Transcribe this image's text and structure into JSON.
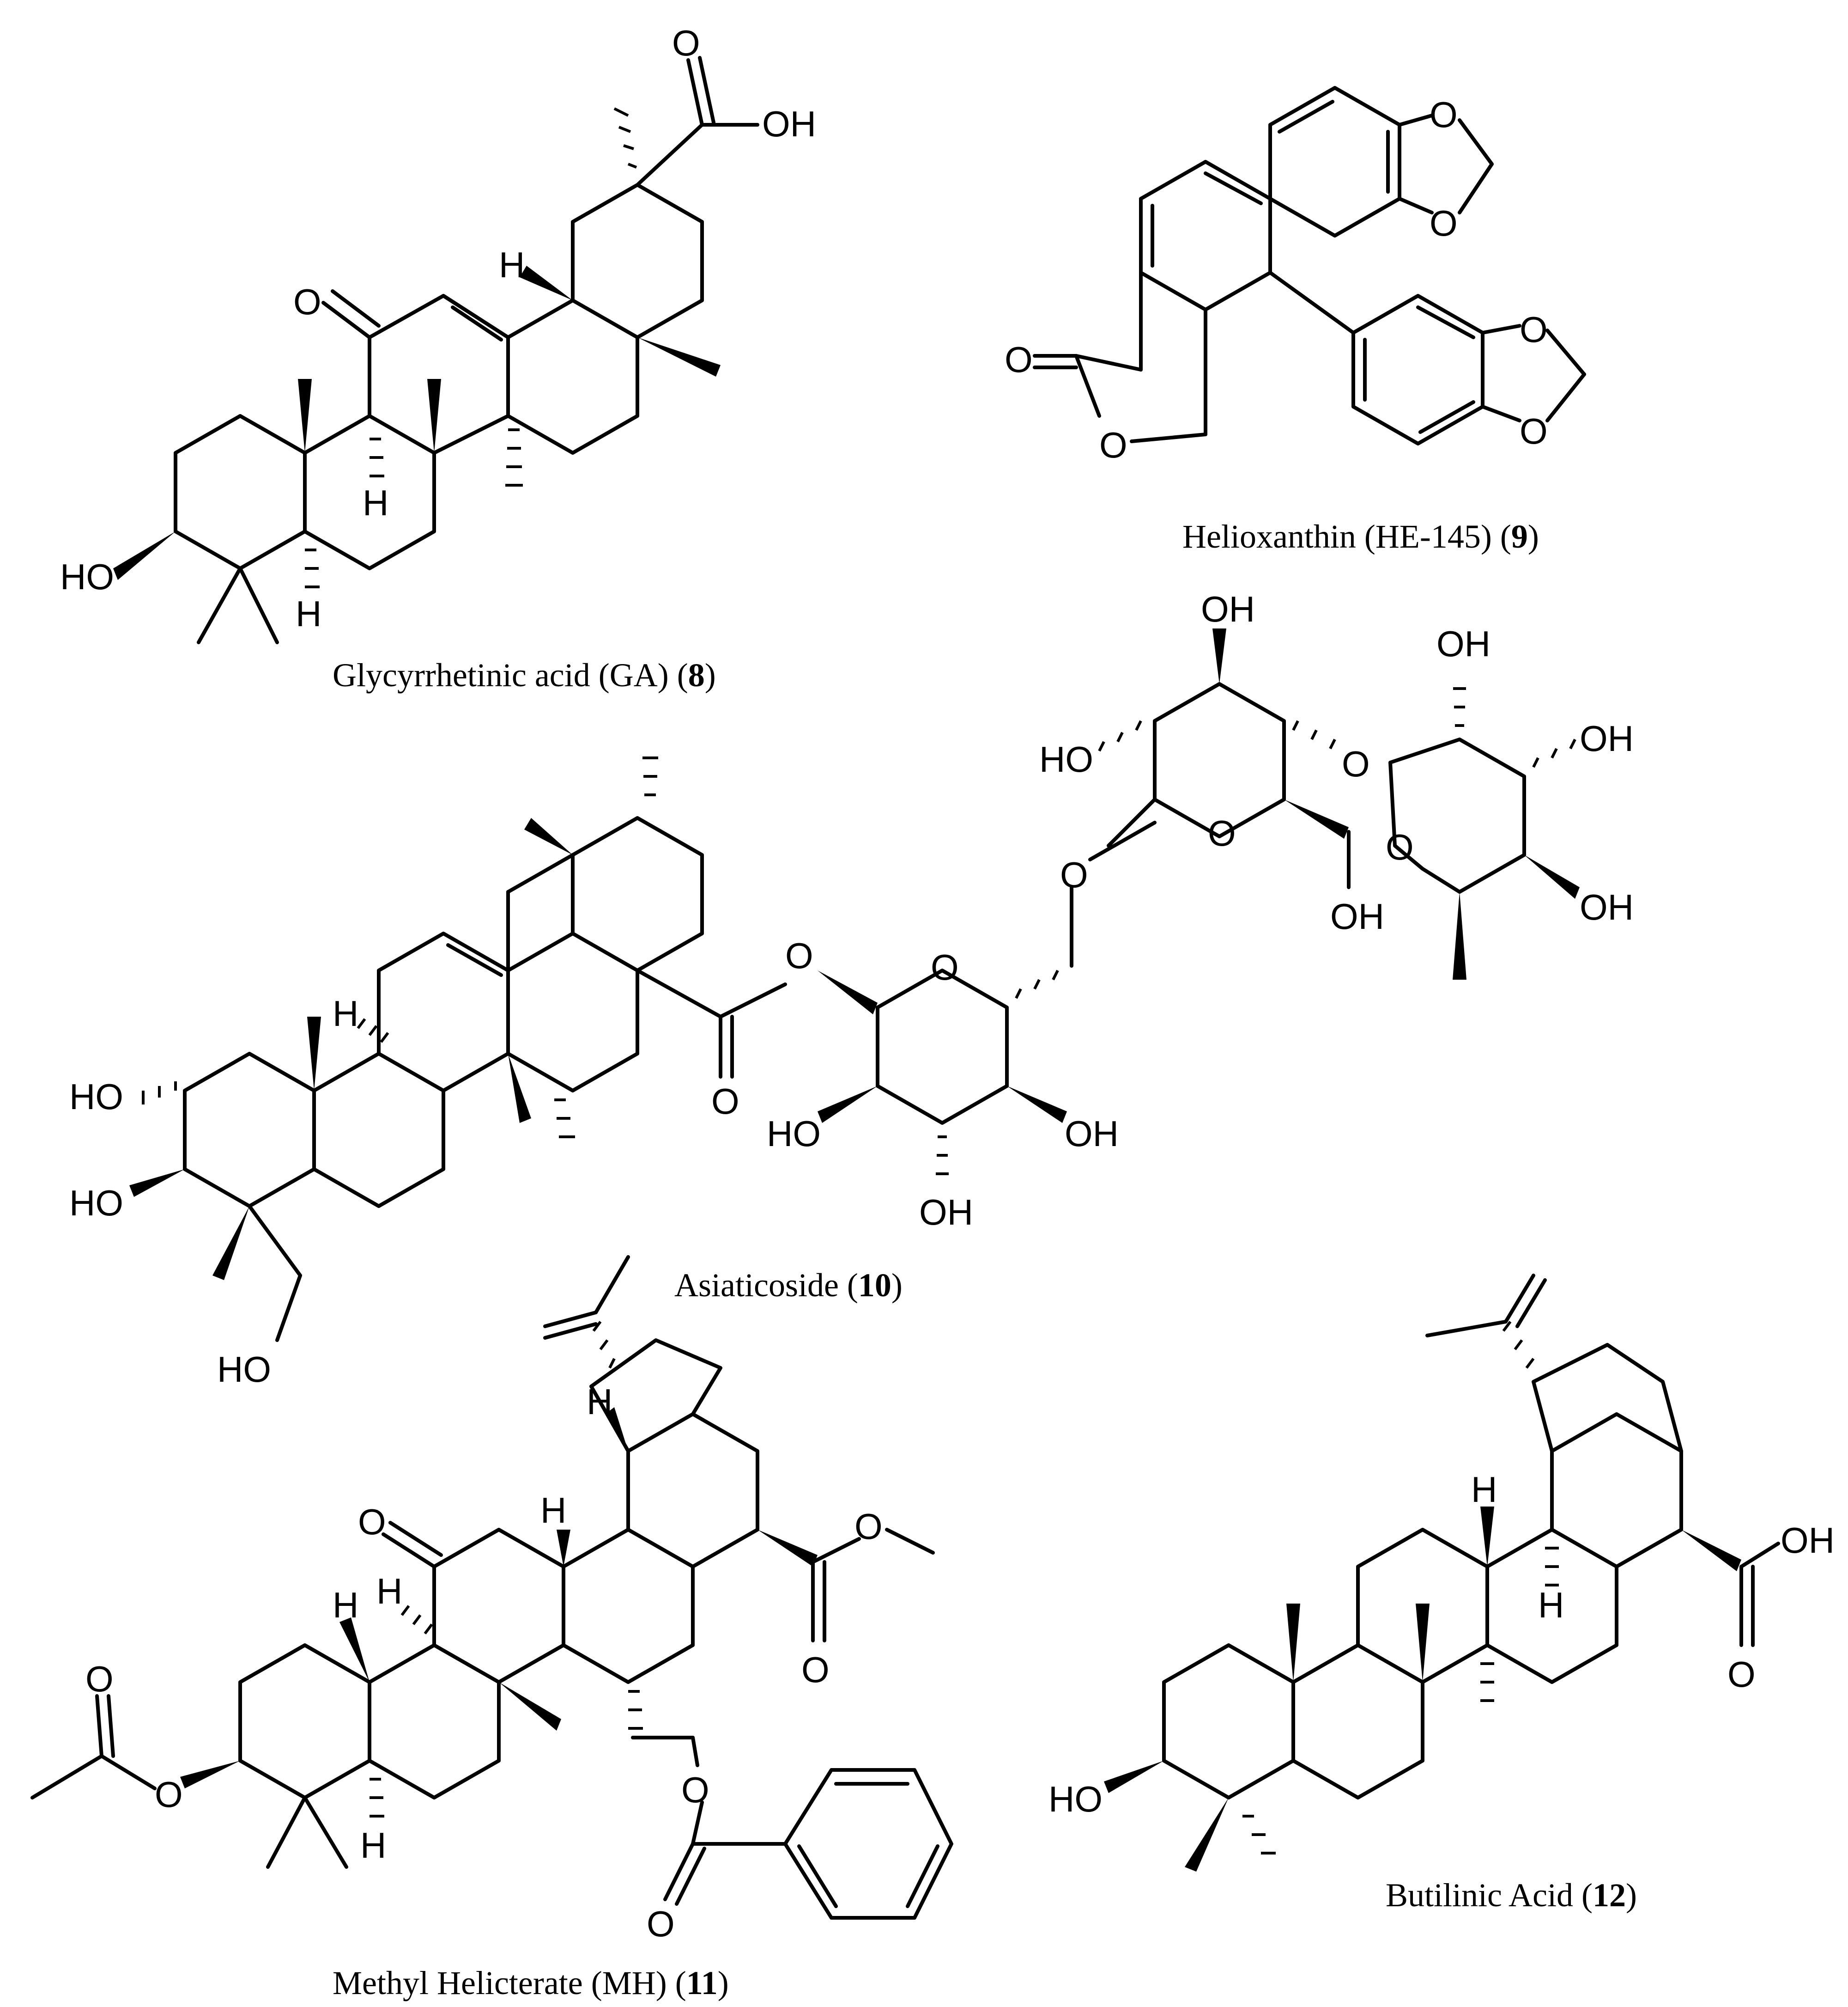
{
  "compounds": [
    {
      "name": "Glycyrrhetinic acid (GA)",
      "number": "8",
      "atom_labels": {
        "ho": "HO",
        "oh": "OH",
        "o": "O",
        "h": "H"
      }
    },
    {
      "name": "Helioxanthin (HE-145)",
      "number": "9",
      "atom_labels": {
        "o": "O"
      }
    },
    {
      "name": "Asiaticoside",
      "number": "10",
      "atom_labels": {
        "ho": "HO",
        "oh": "OH",
        "o": "O",
        "h": "H"
      }
    },
    {
      "name": "Methyl Helicterate (MH)",
      "number": "11",
      "atom_labels": {
        "o": "O",
        "h": "H"
      }
    },
    {
      "name": "Butilinic Acid",
      "number": "12",
      "atom_labels": {
        "ho": "HO",
        "oh": "OH",
        "o": "O",
        "h": "H"
      }
    }
  ]
}
